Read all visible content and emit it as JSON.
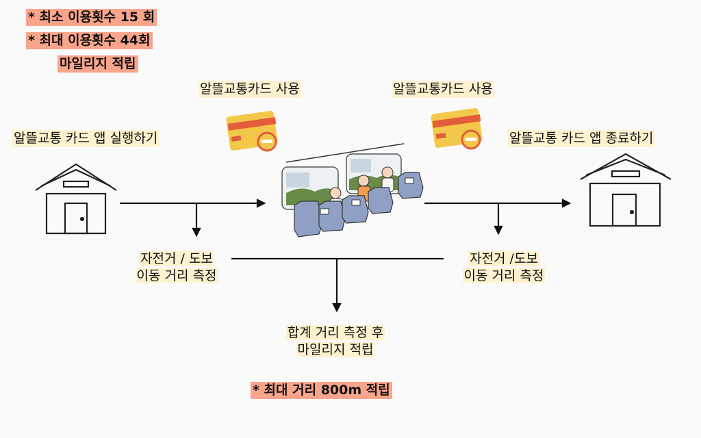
{
  "notes": {
    "min_uses": "* 최소 이용횟수 15 회",
    "max_uses": "* 최대 이용횟수 44회",
    "mileage": "마일리지 적립",
    "max_distance": "* 최대 거리 800m 적립"
  },
  "steps": {
    "launch_app": "알뜰교통 카드 앱 실행하기",
    "card_use_left": "알뜰교통카드 사용",
    "card_use_right": "알뜰교통카드 사용",
    "close_app": "알뜰교통 카드 앱 종료하기",
    "measure_left_line1": "자전거 / 도보",
    "measure_left_line2": "이동 거리 측정",
    "measure_right_line1": "자전거 /도보",
    "measure_right_line2": "이동 거리 측정",
    "total_line1": "합계 거리 측정 후",
    "total_line2": "마일리지 적립"
  },
  "colors": {
    "red_highlight": "#f9a58c",
    "yellow_highlight": "#fdf1cf",
    "card_yellow": "#f3c84a",
    "card_stripe": "#e35d3a"
  },
  "icons": [
    "house-icon",
    "card-icon",
    "bus-seats-illustration"
  ]
}
